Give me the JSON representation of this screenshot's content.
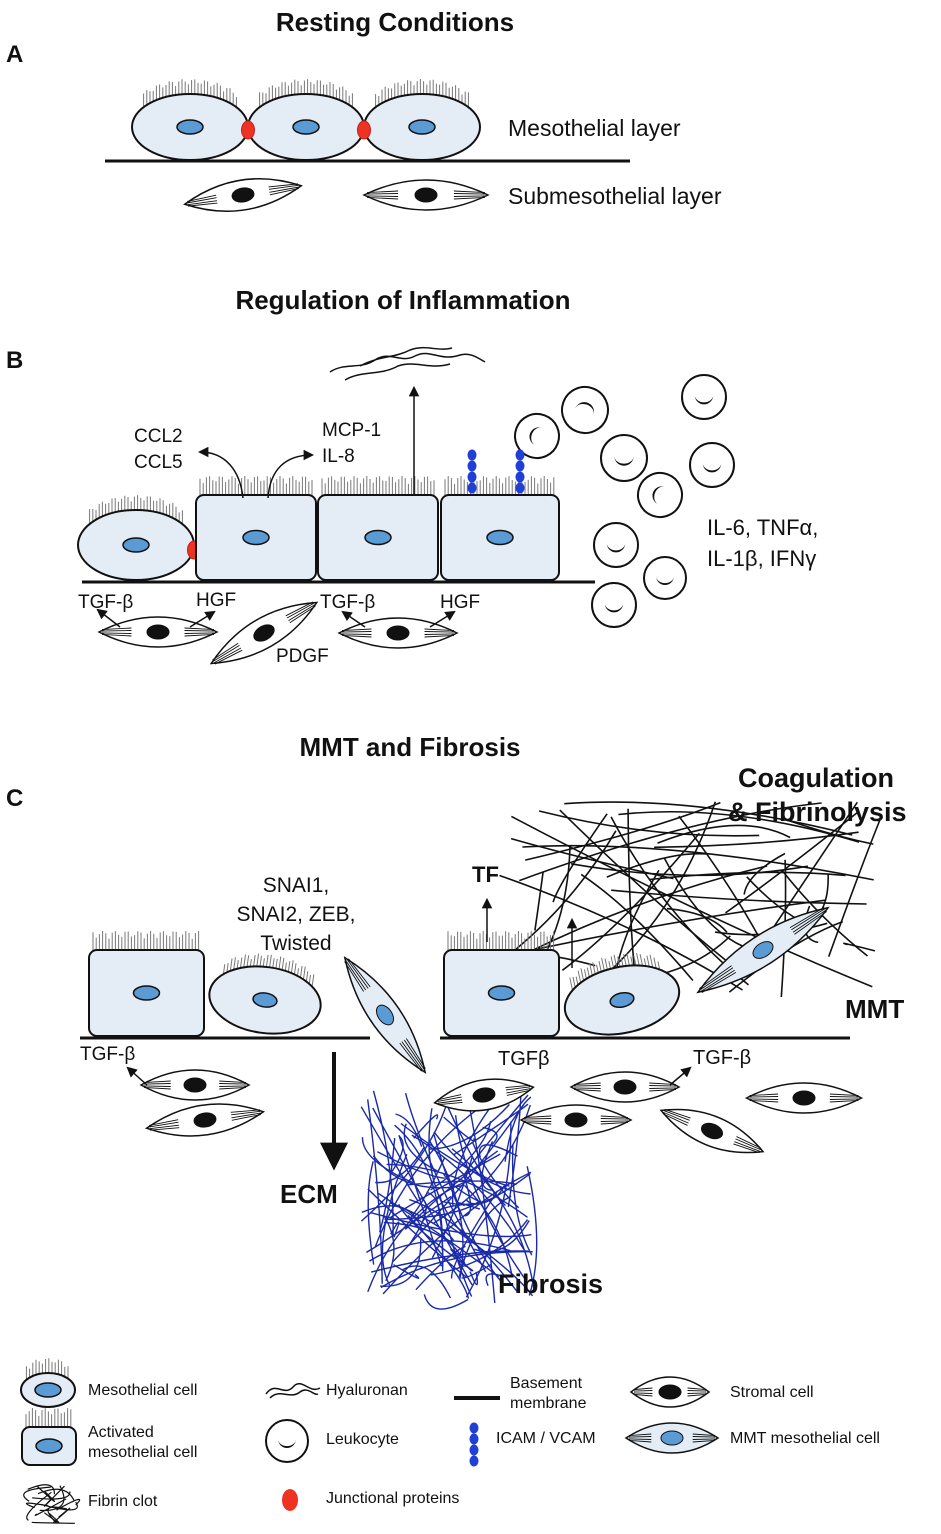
{
  "panels": {
    "a": {
      "letter": "A",
      "title": "Resting Conditions",
      "mesothelial_label": "Mesothelial layer",
      "submesothelial_label": "Submesothelial layer"
    },
    "b": {
      "letter": "B",
      "title": "Regulation of Inflammation",
      "ccl2": "CCL2",
      "ccl5": "CCL5",
      "mcp1": "MCP-1",
      "il8": "IL-8",
      "cytokines_line1": "IL-6, TNFα,",
      "cytokines_line2": "IL-1β, IFNγ",
      "tgfb_left": "TGF-β",
      "hgf_left": "HGF",
      "tgfb_right": "TGF-β",
      "hgf_right": "HGF",
      "pdgf": "PDGF"
    },
    "c": {
      "letter": "C",
      "title": "MMT and Fibrosis",
      "coag_line1": "Coagulation",
      "coag_line2": "& Fibrinolysis",
      "snai1": "SNAI1,",
      "snai2": "SNAI2, ZEB,",
      "twisted": "Twisted",
      "tf": "TF",
      "mmt": "MMT",
      "tgfb_left": "TGF-β",
      "tgfb_mid": "TGFβ",
      "tgfb_right": "TGF-β",
      "ecm": "ECM",
      "fibrosis": "Fibrosis"
    }
  },
  "legend": {
    "mesothelial_cell": "Mesothelial cell",
    "activated_line1": "Activated",
    "activated_line2": "mesothelial cell",
    "fibrin_clot": "Fibrin clot",
    "hyaluronan": "Hyaluronan",
    "leukocyte": "Leukocyte",
    "junctional": "Junctional proteins",
    "basement_line1": "Basement",
    "basement_line2": "membrane",
    "icam": "ICAM / VCAM",
    "stromal": "Stromal cell",
    "mmt_cell": "MMT mesothelial cell"
  },
  "colors": {
    "cell_fill": "#e4ecf5",
    "nucleus": "#5b9bd5",
    "junction": "#ee3322",
    "icam": "#1f3fd6",
    "ecm_fiber": "#1a2aa8"
  }
}
